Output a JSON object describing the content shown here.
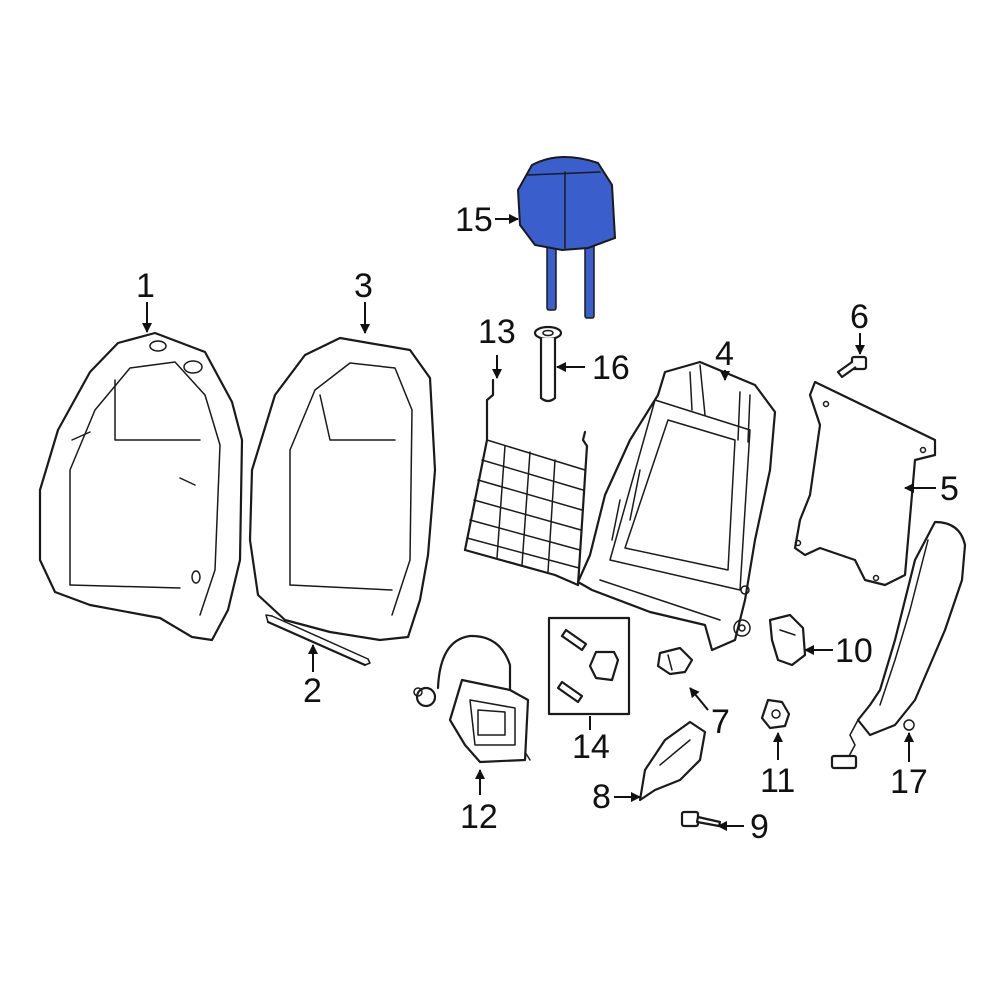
{
  "diagram": {
    "highlight_color": "#3a5fcd",
    "callouts": {
      "c1": "1",
      "c2": "2",
      "c3": "3",
      "c4": "4",
      "c5": "5",
      "c6": "6",
      "c7": "7",
      "c8": "8",
      "c9": "9",
      "c10": "10",
      "c11": "11",
      "c12": "12",
      "c13": "13",
      "c14": "14",
      "c15": "15",
      "c16": "16",
      "c17": "17"
    }
  }
}
